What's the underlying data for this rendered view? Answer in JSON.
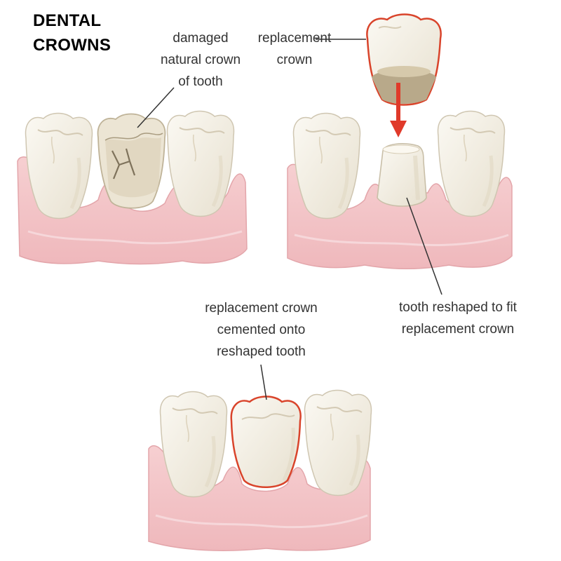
{
  "title": [
    "DENTAL",
    "CROWNS"
  ],
  "labels": {
    "damaged": [
      "damaged",
      "natural crown",
      "of tooth"
    ],
    "replacement": [
      "replacement",
      "crown"
    ],
    "reshaped": [
      "tooth reshaped to fit",
      "replacement crown"
    ],
    "cemented": [
      "replacement crown",
      "cemented onto",
      "reshaped tooth"
    ]
  },
  "colors": {
    "gum": "#f2c3c6",
    "gum_dark": "#e39ea3",
    "tooth": "#f4f0e6",
    "tooth_shade": "#ddd5c2",
    "crown_outline": "#d9442b",
    "arrow": "#e03a2a",
    "text": "#333333"
  }
}
